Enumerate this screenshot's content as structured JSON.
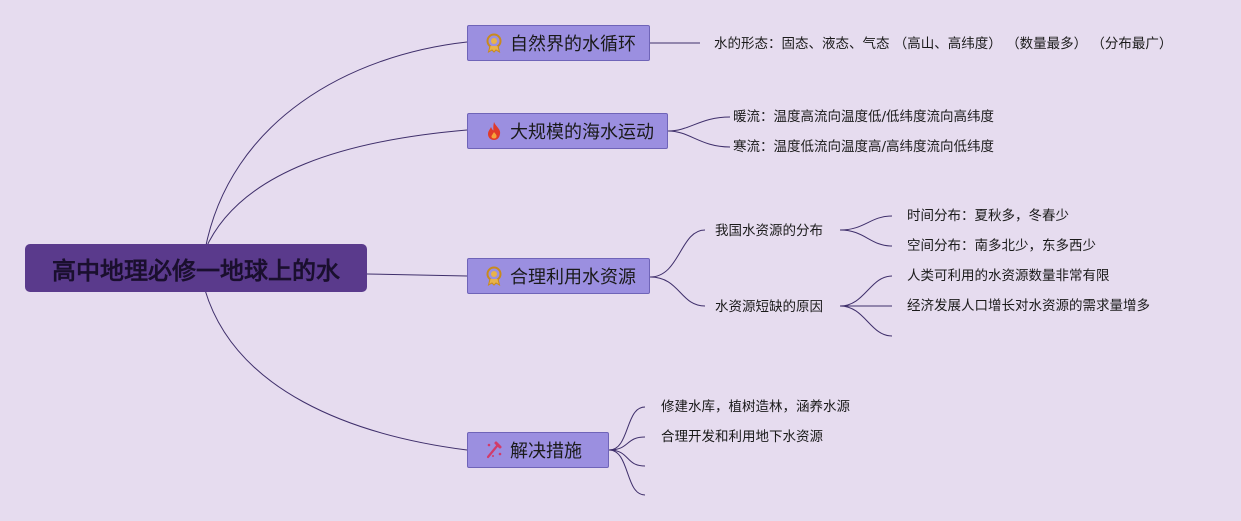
{
  "root": {
    "label": "高中地理必修一地球上的水"
  },
  "branches": [
    {
      "label": "自然界的水循环",
      "icon": "medal-icon",
      "children": [
        "水的形态：固态、液态、气态 （高山、高纬度） （数量最多） （分布最广）"
      ]
    },
    {
      "label": "大规模的海水运动",
      "icon": "fire-icon",
      "children": [
        "暖流：温度高流向温度低/低纬度流向高纬度",
        "寒流：温度低流向温度高/高纬度流向低纬度"
      ]
    },
    {
      "label": "合理利用水资源",
      "icon": "medal-icon",
      "children": [
        {
          "label": "我国水资源的分布",
          "children": [
            "时间分布：夏秋多，冬春少",
            "空间分布：南多北少，东多西少"
          ]
        },
        {
          "label": "水资源短缺的原因",
          "children": [
            "人类可利用的水资源数量非常有限",
            "经济发展人口增长对水资源的需求量增多",
            ""
          ]
        }
      ]
    },
    {
      "label": "解决措施",
      "icon": "tools-icon",
      "children": [
        "修建水库，植树造林，涵养水源",
        "合理开发和利用地下水资源",
        "",
        ""
      ]
    }
  ],
  "colors": {
    "background": "#e6dcef",
    "root": "#5a3a8c",
    "branch": "#9b8fe0",
    "line": "#3f2f6b"
  }
}
